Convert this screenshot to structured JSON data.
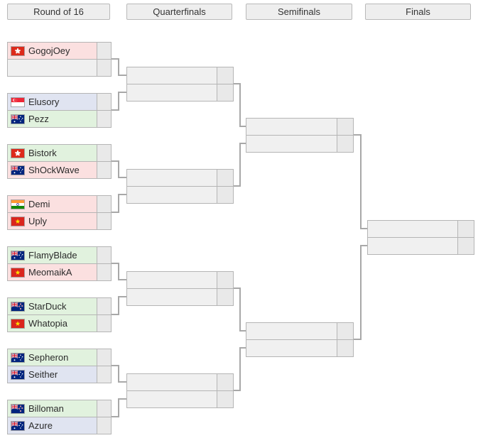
{
  "headers": [
    {
      "label": "Round of 16"
    },
    {
      "label": "Quarterfinals"
    },
    {
      "label": "Semifinals"
    },
    {
      "label": "Finals"
    }
  ],
  "colors": {
    "highlight_green": "#e1f2de",
    "highlight_pink": "#fbe0e0",
    "highlight_blue": "#e0e4f1",
    "empty_gray": "#f0f0f0",
    "score_cell": "#e9e9e9",
    "box_border": "#b5b5b5",
    "connector": "#a8a8a8",
    "header_fill": "#eeeeee",
    "text": "#333333"
  },
  "flag_names": {
    "HK": "Hong Kong",
    "SG": "Singapore",
    "AU": "Australia",
    "NZ": "New Zealand",
    "IN": "India",
    "VN": "Vietnam"
  },
  "rounds": {
    "round_of_16": {
      "matches": [
        {
          "slots": [
            {
              "name": "GogojOey",
              "flag": "HK",
              "highlight": "pink",
              "score": ""
            },
            {
              "name": "",
              "flag": null,
              "highlight": "empty",
              "score": ""
            }
          ]
        },
        {
          "slots": [
            {
              "name": "Elusory",
              "flag": "SG",
              "highlight": "blue",
              "score": ""
            },
            {
              "name": "Pezz",
              "flag": "AU",
              "highlight": "green",
              "score": ""
            }
          ]
        },
        {
          "slots": [
            {
              "name": "Bistork",
              "flag": "HK",
              "highlight": "green",
              "score": ""
            },
            {
              "name": "ShOckWave",
              "flag": "AU",
              "highlight": "pink",
              "score": ""
            }
          ]
        },
        {
          "slots": [
            {
              "name": "Demi",
              "flag": "IN",
              "highlight": "pink",
              "score": ""
            },
            {
              "name": "Uply",
              "flag": "VN",
              "highlight": "pink",
              "score": ""
            }
          ]
        },
        {
          "slots": [
            {
              "name": "FlamyBlade",
              "flag": "AU",
              "highlight": "green",
              "score": ""
            },
            {
              "name": "MeomaikA",
              "flag": "VN",
              "highlight": "pink",
              "score": ""
            }
          ]
        },
        {
          "slots": [
            {
              "name": "StarDuck",
              "flag": "NZ",
              "highlight": "green",
              "score": ""
            },
            {
              "name": "Whatopia",
              "flag": "VN",
              "highlight": "green",
              "score": ""
            }
          ]
        },
        {
          "slots": [
            {
              "name": "Sepheron",
              "flag": "AU",
              "highlight": "green",
              "score": ""
            },
            {
              "name": "Seither",
              "flag": "AU",
              "highlight": "blue",
              "score": ""
            }
          ]
        },
        {
          "slots": [
            {
              "name": "Billoman",
              "flag": "NZ",
              "highlight": "green",
              "score": ""
            },
            {
              "name": "Azure",
              "flag": "AU",
              "highlight": "blue",
              "score": ""
            }
          ]
        }
      ]
    },
    "quarterfinals": {
      "matches": [
        {
          "slots": [
            {
              "name": "",
              "flag": null,
              "highlight": "empty",
              "score": ""
            },
            {
              "name": "",
              "flag": null,
              "highlight": "empty",
              "score": ""
            }
          ]
        },
        {
          "slots": [
            {
              "name": "",
              "flag": null,
              "highlight": "empty",
              "score": ""
            },
            {
              "name": "",
              "flag": null,
              "highlight": "empty",
              "score": ""
            }
          ]
        },
        {
          "slots": [
            {
              "name": "",
              "flag": null,
              "highlight": "empty",
              "score": ""
            },
            {
              "name": "",
              "flag": null,
              "highlight": "empty",
              "score": ""
            }
          ]
        },
        {
          "slots": [
            {
              "name": "",
              "flag": null,
              "highlight": "empty",
              "score": ""
            },
            {
              "name": "",
              "flag": null,
              "highlight": "empty",
              "score": ""
            }
          ]
        }
      ]
    },
    "semifinals": {
      "matches": [
        {
          "slots": [
            {
              "name": "",
              "flag": null,
              "highlight": "empty",
              "score": ""
            },
            {
              "name": "",
              "flag": null,
              "highlight": "empty",
              "score": ""
            }
          ]
        },
        {
          "slots": [
            {
              "name": "",
              "flag": null,
              "highlight": "empty",
              "score": ""
            },
            {
              "name": "",
              "flag": null,
              "highlight": "empty",
              "score": ""
            }
          ]
        }
      ]
    },
    "finals": {
      "matches": [
        {
          "slots": [
            {
              "name": "",
              "flag": null,
              "highlight": "empty",
              "score": ""
            },
            {
              "name": "",
              "flag": null,
              "highlight": "empty",
              "score": ""
            }
          ]
        }
      ]
    }
  }
}
